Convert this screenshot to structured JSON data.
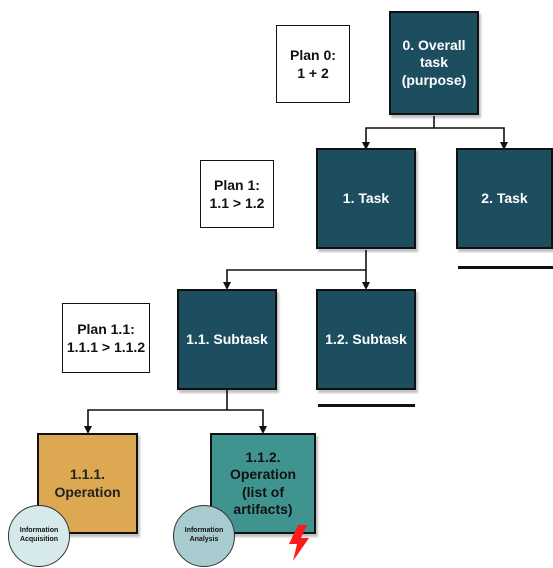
{
  "plans": {
    "plan0": {
      "line1": "Plan 0:",
      "line2": "1 + 2"
    },
    "plan1": {
      "line1": "Plan 1:",
      "line2": "1.1 > 1.2"
    },
    "plan11": {
      "line1": "Plan 1.1:",
      "line2": "1.1.1 > 1.1.2"
    }
  },
  "tasks": {
    "t0": {
      "line1": "0. Overall",
      "line2": "task",
      "line3": "(purpose)"
    },
    "t1": "1. Task",
    "t2": "2. Task",
    "t11": "1.1. Subtask",
    "t12": "1.2. Subtask"
  },
  "operations": {
    "op111": {
      "line1": "1.1.1.",
      "line2": "Operation"
    },
    "op112": {
      "line1": "1.1.2.",
      "line2": "Operation",
      "line3": "(list of",
      "line4": "artifacts)"
    }
  },
  "badges": {
    "acquisition": {
      "line1": "Information",
      "line2": "Acquisition"
    },
    "analysis": {
      "line1": "Information",
      "line2": "Analysis"
    }
  },
  "icons": {
    "warning": "lightning-bolt-icon"
  },
  "colors": {
    "task": "#1d4e5f",
    "operation_yellow": "#dca852",
    "operation_teal": "#3f9490",
    "badge_acquisition": "#d6eaeb",
    "badge_analysis": "#a7cbcf",
    "bolt": "#ff1a1a"
  }
}
